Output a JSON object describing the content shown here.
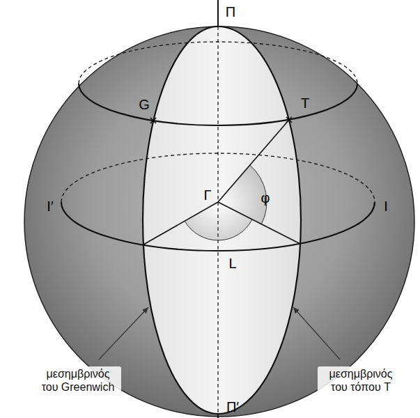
{
  "diagram": {
    "labels": [
      "Π",
      "Π′",
      "G",
      "T",
      "Γ",
      "φ",
      "L",
      "Ι′",
      "Ι",
      "μεσημβρινός του Greenwich",
      "μεσημβρινός του τόπου T"
    ]
  }
}
